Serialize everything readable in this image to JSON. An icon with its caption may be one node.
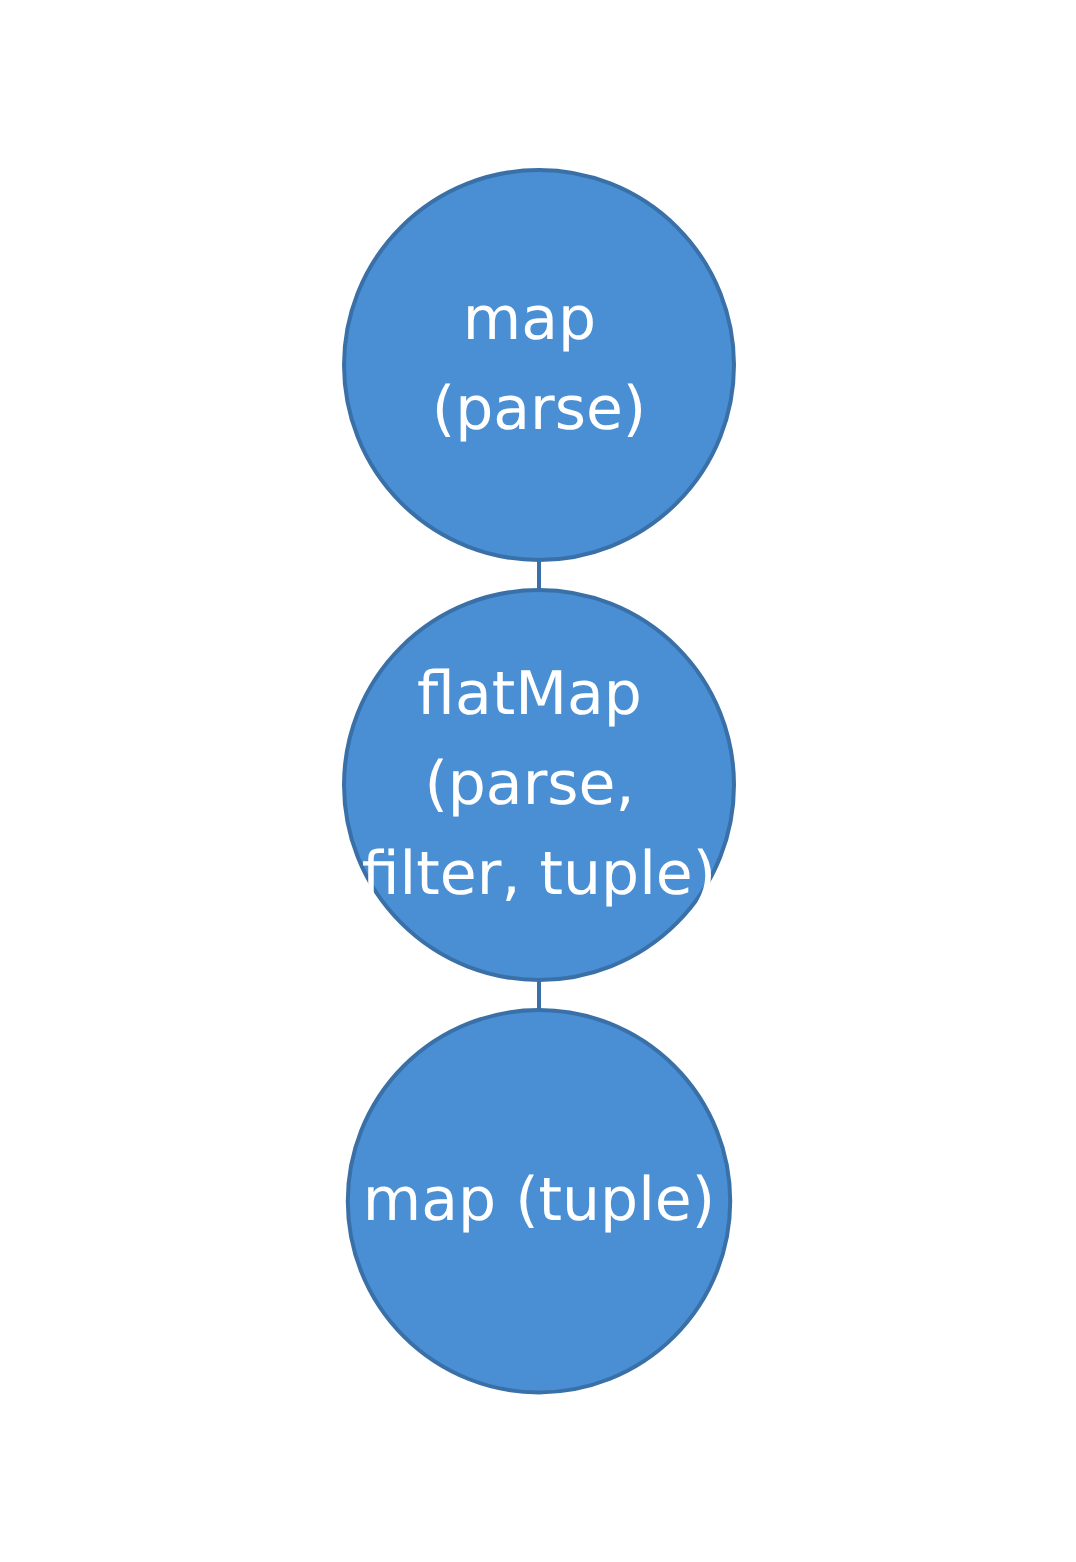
{
  "diagram": {
    "nodes": [
      {
        "text": [
          "map (parse)"
        ]
      },
      {
        "text": [
          "flatMap (parse, filter, tuple)"
        ]
      },
      {
        "text": [
          "map (tuple)"
        ]
      }
    ],
    "edges": [
      {
        "from": 0,
        "to": 1,
        "arrow": "none"
      },
      {
        "from": 1,
        "to": 2,
        "arrow": "none"
      }
    ]
  }
}
